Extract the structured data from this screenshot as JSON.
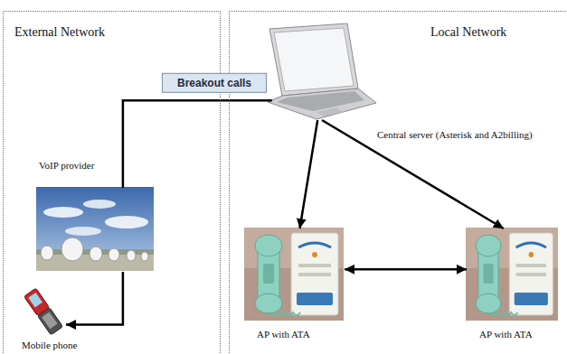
{
  "diagram": {
    "nodes": [
      {
        "text": [
          "External Network"
        ]
      },
      {
        "text": [
          "VoIP provider"
        ],
        "in": 0
      },
      {
        "text": [
          "Mobile phone"
        ],
        "in": 0
      },
      {
        "text": [
          "Local Network"
        ]
      },
      {
        "text": [
          "Central server (Asterisk and A2billing)"
        ],
        "in": 3
      },
      {
        "text": [
          "AP with ATA"
        ],
        "in": 3
      },
      {
        "text": [
          "AP with ATA"
        ],
        "in": 3
      }
    ],
    "edges": [
      {
        "from": 4,
        "to": 1,
        "arrow": "none",
        "label": "Breakout calls"
      },
      {
        "from": 1,
        "to": 2,
        "arrow": "to"
      },
      {
        "from": 4,
        "to": 5,
        "arrow": "to"
      },
      {
        "from": 4,
        "to": 6,
        "arrow": "to"
      },
      {
        "from": 5,
        "to": 6,
        "arrow": "both"
      }
    ]
  }
}
